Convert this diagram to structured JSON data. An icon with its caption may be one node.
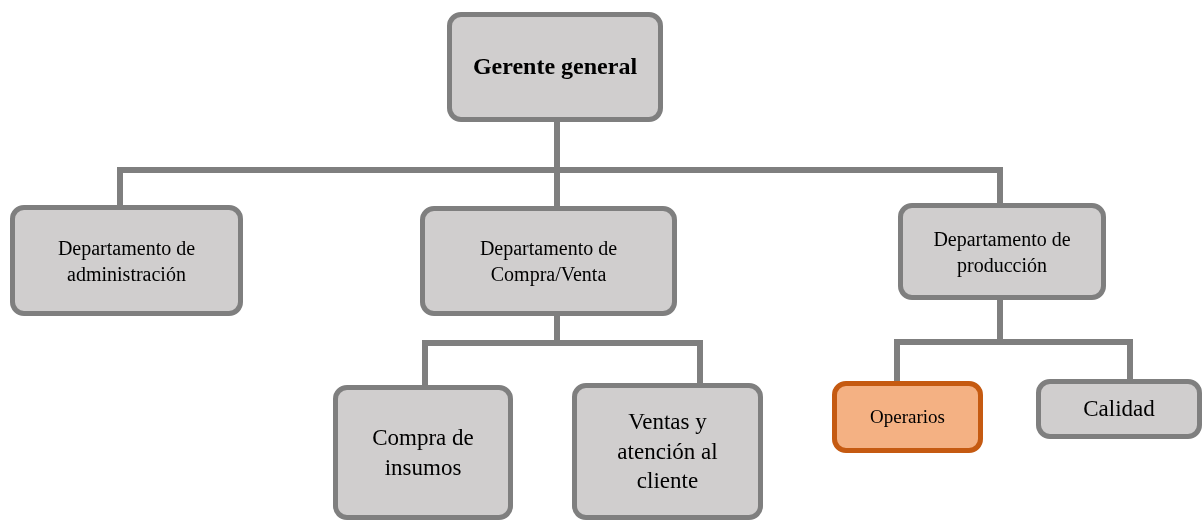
{
  "diagram": {
    "nodes": [
      {
        "text": [
          "Gerente general"
        ]
      },
      {
        "text": [
          "Departamento de administración"
        ]
      },
      {
        "text": [
          "Departamento de Compra/Venta"
        ]
      },
      {
        "text": [
          "Departamento de producción"
        ]
      },
      {
        "text": [
          "Compra de insumos"
        ]
      },
      {
        "text": [
          "Ventas y atención al cliente"
        ]
      },
      {
        "text": [
          "Operarios"
        ]
      },
      {
        "text": [
          "Calidad"
        ]
      }
    ],
    "edges": [
      {
        "from": 0,
        "to": 1,
        "arrow": "none"
      },
      {
        "from": 0,
        "to": 2,
        "arrow": "none"
      },
      {
        "from": 0,
        "to": 3,
        "arrow": "none"
      },
      {
        "from": 2,
        "to": 4,
        "arrow": "none"
      },
      {
        "from": 2,
        "to": 5,
        "arrow": "none"
      },
      {
        "from": 3,
        "to": 6,
        "arrow": "none"
      },
      {
        "from": 3,
        "to": 7,
        "arrow": "none"
      }
    ]
  }
}
